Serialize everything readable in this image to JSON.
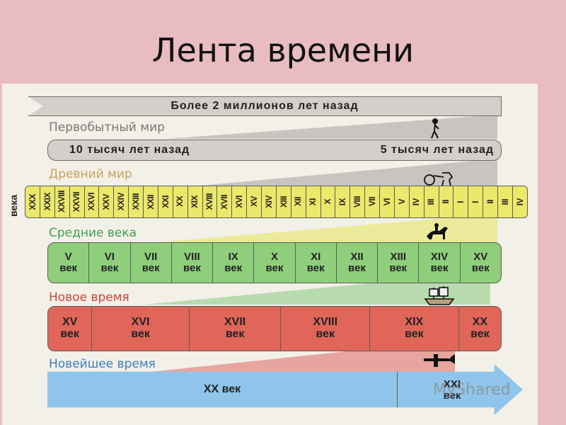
{
  "title": "Лента времени",
  "bands": {
    "top": "Более 2 миллионов лет назад",
    "primitive_left": "10 тысяч лет назад",
    "primitive_right": "5 тысяч лет назад"
  },
  "eras": {
    "primitive": "Первобытный мир",
    "ancient": "Древний мир",
    "middle": "Средние века",
    "new": "Новое время",
    "newest": "Новейшее время"
  },
  "vertical_label": "века",
  "ancient_centuries": [
    "XXX",
    "XXIX",
    "XXVIII",
    "XXVII",
    "XXVI",
    "XXV",
    "XXIV",
    "XXIII",
    "XXII",
    "XXI",
    "XX",
    "XIX",
    "XVIII",
    "XVII",
    "XVI",
    "XV",
    "XIV",
    "XIII",
    "XII",
    "XI",
    "X",
    "IX",
    "VIII",
    "VII",
    "VI",
    "V",
    "IV",
    "III",
    "II",
    "I",
    "I",
    "II",
    "III",
    "IV"
  ],
  "middle_centuries": [
    {
      "num": "V",
      "word": "век"
    },
    {
      "num": "VI",
      "word": "век"
    },
    {
      "num": "VII",
      "word": "век"
    },
    {
      "num": "VIII",
      "word": "век"
    },
    {
      "num": "IX",
      "word": "век"
    },
    {
      "num": "X",
      "word": "век"
    },
    {
      "num": "XI",
      "word": "век"
    },
    {
      "num": "XII",
      "word": "век"
    },
    {
      "num": "XIII",
      "word": "век"
    },
    {
      "num": "XIV",
      "word": "век"
    },
    {
      "num": "XV",
      "word": "век"
    }
  ],
  "new_centuries": [
    {
      "num": "XV",
      "word": "век"
    },
    {
      "num": "XVI",
      "word": "век"
    },
    {
      "num": "XVII",
      "word": "век"
    },
    {
      "num": "XVIII",
      "word": "век"
    },
    {
      "num": "XIX",
      "word": "век"
    },
    {
      "num": "XX",
      "word": "век"
    }
  ],
  "newest": {
    "c20": "XX век",
    "c21_num": "XXI",
    "c21_word": "век"
  },
  "watermark": "MyShared",
  "colors": {
    "background": "#e8bcc0",
    "gray": "#d3cfcb",
    "yellow": "#ece86a",
    "green": "#8fcf7c",
    "red": "#e0665a",
    "blue": "#8fc5ea",
    "era_gray": "#777777",
    "era_ancient": "#c9a35c",
    "era_middle": "#3e9e4e",
    "era_new": "#d0443a",
    "era_newest": "#3d7ec2"
  }
}
